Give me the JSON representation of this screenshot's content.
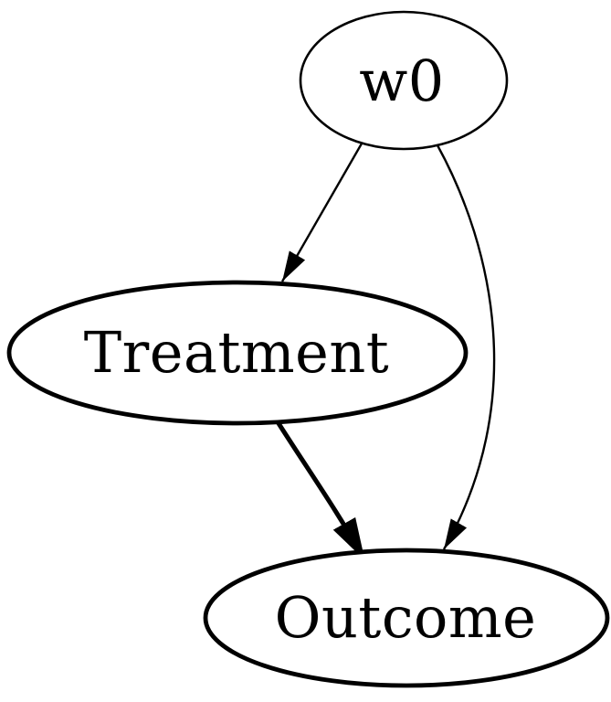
{
  "diagram": {
    "type": "causal-dag",
    "background_color": "#ffffff",
    "stroke_color": "#000000",
    "text_color": "#000000",
    "nodes": [
      {
        "id": "w0",
        "label": "w0",
        "shape": "ellipse",
        "emphasis": "normal"
      },
      {
        "id": "Treatment",
        "label": "Treatment",
        "shape": "ellipse",
        "emphasis": "bold"
      },
      {
        "id": "Outcome",
        "label": "Outcome",
        "shape": "ellipse",
        "emphasis": "bold"
      }
    ],
    "edges": [
      {
        "from": "w0",
        "to": "Treatment",
        "style": "thin",
        "arrow": "arrowhead-icon"
      },
      {
        "from": "w0",
        "to": "Outcome",
        "style": "thin",
        "arrow": "arrowhead-icon"
      },
      {
        "from": "Treatment",
        "to": "Outcome",
        "style": "thick",
        "arrow": "arrowhead-icon"
      }
    ]
  }
}
